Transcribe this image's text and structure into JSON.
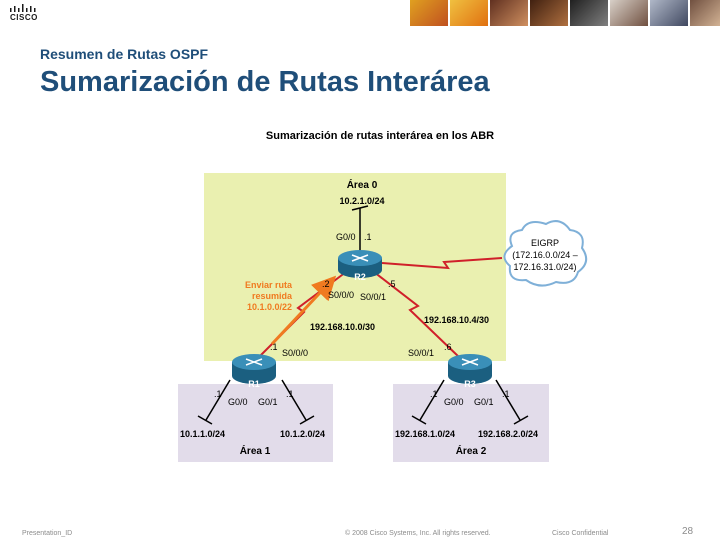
{
  "header": {
    "brand": "CISCO",
    "kicker": "Resumen de Rutas OSPF",
    "title": "Sumarización de Rutas Interárea"
  },
  "figure": {
    "title": "Sumarización de rutas interárea en los ABR",
    "area0": {
      "label": "Área 0",
      "network": "10.2.1.0/24"
    },
    "area1": {
      "label": "Área 1",
      "left_net": "10.1.1.0/24",
      "right_net": "10.1.2.0/24"
    },
    "area2": {
      "label": "Área 2",
      "left_net": "192.168.1.0/24",
      "right_net": "192.168.2.0/24"
    },
    "eigrp": {
      "line1": "EIGRP",
      "line2": "(172.16.0.0/24 –",
      "line3": "172.16.31.0/24)"
    },
    "routers": {
      "r1": {
        "name": "R1",
        "g00": "G0/0",
        "g01": "G0/1",
        "left_dot": ".1",
        "right_dot": ".1",
        "s000": "S0/0/0",
        "s_dot": ".1"
      },
      "r2": {
        "name": "R2",
        "g00": "G0/0",
        "g_dot": ".1",
        "s000": "S0/0/0",
        "s001": "S0/0/1",
        "left_dot": ".2",
        "right_dot": ".5"
      },
      "r3": {
        "name": "R3",
        "g00": "G0/0",
        "g01": "G0/1",
        "left_dot": ".1",
        "right_dot": ".1",
        "s001": "S0/0/1",
        "s_dot": ".6"
      }
    },
    "links": {
      "r1_r2": "192.168.10.0/30",
      "r2_r3": "192.168.10.4/30"
    },
    "send_label": {
      "line1": "Enviar ruta",
      "line2": "resumida",
      "line3": "10.1.0.0/22"
    }
  },
  "footer": {
    "presentation": "Presentation_ID",
    "copyright": "© 2008 Cisco Systems, Inc. All rights reserved.",
    "confidential": "Cisco Confidential",
    "page": "28"
  },
  "colors": {
    "title_blue": "#1f4e79",
    "area0_bg": "#eaf0b0",
    "area_lilac": "#e2dcea",
    "router_blue": "#1b6b8e",
    "arrow_orange": "#f07a20",
    "serial_red": "#d0202a"
  }
}
